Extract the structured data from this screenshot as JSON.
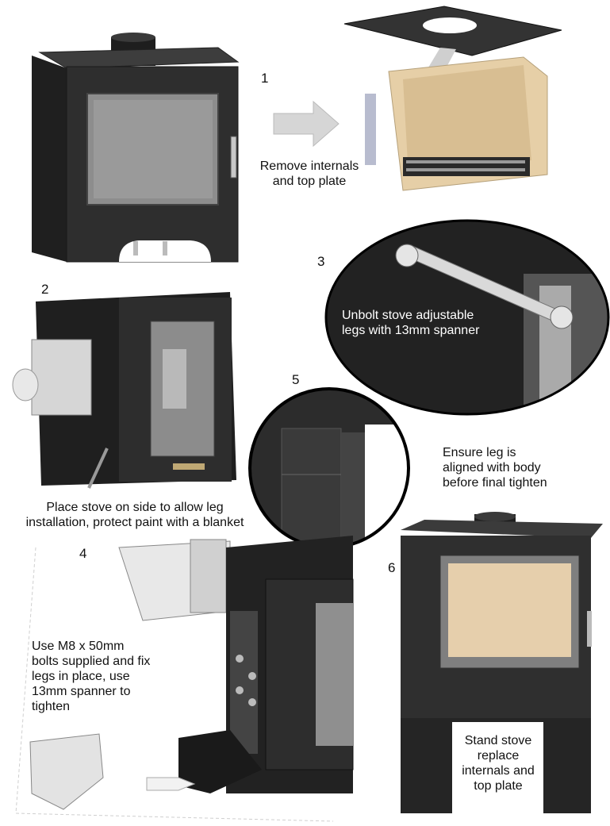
{
  "steps": [
    {
      "number": "1",
      "caption_lines": [
        "Remove  internals",
        "and top plate"
      ]
    },
    {
      "number": "2",
      "caption_lines": [
        "Place stove on side to allow leg",
        "installation, protect paint with a blanket"
      ]
    },
    {
      "number": "3",
      "caption_lines": [
        "Unbolt stove adjustable",
        "legs with 13mm spanner"
      ]
    },
    {
      "number": "4",
      "caption_lines": [
        "Use M8 x 50mm",
        "bolts supplied and fix",
        "legs in place, use",
        "13mm spanner to",
        "tighten"
      ]
    },
    {
      "number": "5",
      "caption_lines": [
        "Ensure leg is",
        "aligned with body",
        "before final tighten"
      ]
    },
    {
      "number": "6",
      "caption_lines": [
        "Stand stove",
        "replace",
        "internals and",
        "top plate"
      ]
    }
  ],
  "colors": {
    "stove_body": "#2f2f2f",
    "stove_dark": "#1c1c1c",
    "glass": "#8a8a8a",
    "firebrick": "#e8d3ac",
    "arrow": "#d6d6d6"
  }
}
